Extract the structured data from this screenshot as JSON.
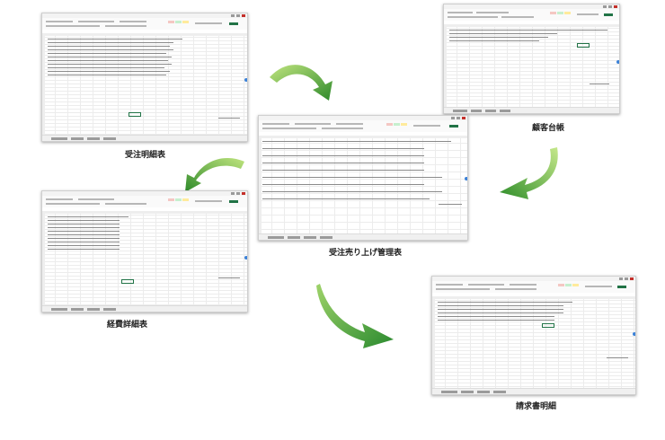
{
  "captions": {
    "order_details": "受注明細表",
    "customer_ledger": "顧客台帳",
    "order_sales_management": "受注売り上げ管理表",
    "expense_details": "経費詳細表",
    "invoice_details": "請求書明細"
  },
  "colors": {
    "arrow_dark": "#2f8a2b",
    "arrow_light": "#b6e07a",
    "excel_green": "#217346"
  }
}
